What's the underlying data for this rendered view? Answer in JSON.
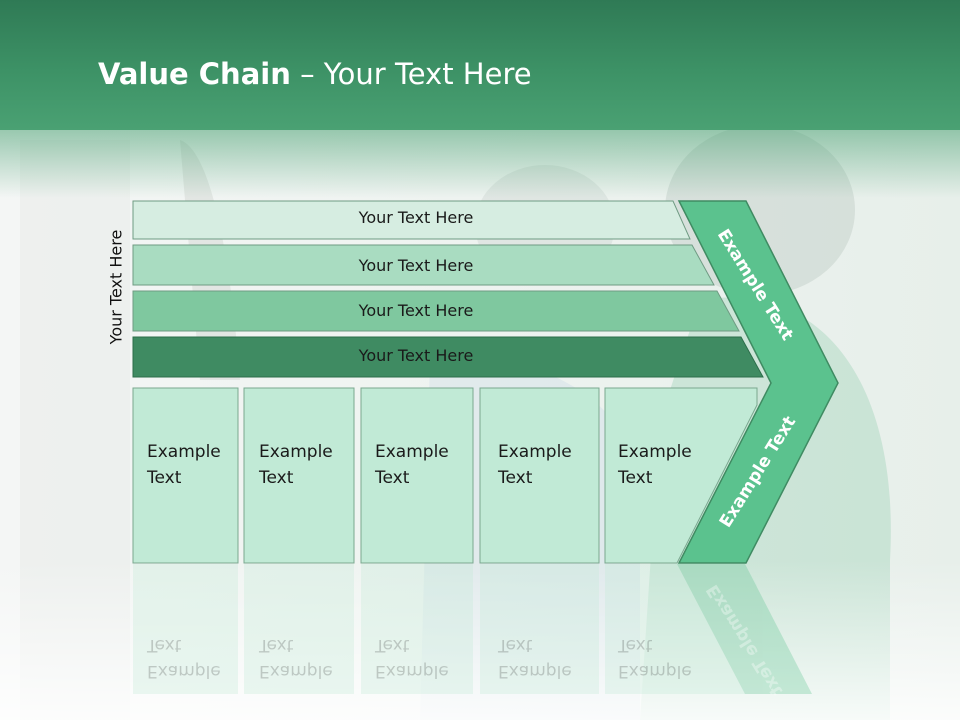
{
  "title": {
    "bold": "Value Chain",
    "rest": " – Your Text Here"
  },
  "side_label": "Your Text Here",
  "bars": [
    {
      "label": "Your Text Here",
      "fill": "#d6ede1"
    },
    {
      "label": "Your Text Here",
      "fill": "#a9dcc1"
    },
    {
      "label": "Your Text Here",
      "fill": "#7fc89f"
    },
    {
      "label": "Your Text Here",
      "fill": "#3f8b62"
    }
  ],
  "boxes": [
    {
      "line1": "Example",
      "line2": "Text"
    },
    {
      "line1": "Example",
      "line2": "Text"
    },
    {
      "line1": "Example",
      "line2": "Text"
    },
    {
      "line1": "Example",
      "line2": "Text"
    },
    {
      "line1": "Example",
      "line2": "Text"
    }
  ],
  "chevron": {
    "upper": "Example Text",
    "lower": "Example Text",
    "fill": "#5bc28e",
    "stroke": "#3f8b62"
  },
  "colors": {
    "header": "#3d9266",
    "box_fill": "#c1ead6",
    "box_stroke": "#7aa88f"
  }
}
